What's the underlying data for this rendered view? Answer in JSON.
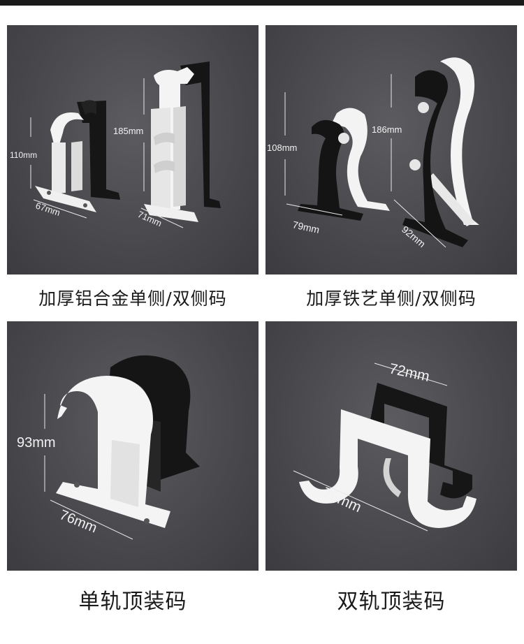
{
  "panels": [
    {
      "caption": "加厚铝合金单侧/双侧码",
      "labels": {
        "height_single": "110mm",
        "width_single": "67mm",
        "height_double": "185mm",
        "width_double": "71mm"
      }
    },
    {
      "caption": "加厚铁艺单侧/双侧码",
      "labels": {
        "height_single": "108mm",
        "width_single": "79mm",
        "height_double": "186mm",
        "width_double": "92mm"
      }
    },
    {
      "caption": "单轨顶装码",
      "labels": {
        "height": "93mm",
        "width": "76mm"
      }
    },
    {
      "caption": "双轨顶装码",
      "labels": {
        "width_top": "72mm",
        "width_bottom": "76mm"
      }
    }
  ],
  "colors": {
    "white_part": "#f4f4f4",
    "black_part": "#151515",
    "panel_bg": "#4a4a4e"
  }
}
